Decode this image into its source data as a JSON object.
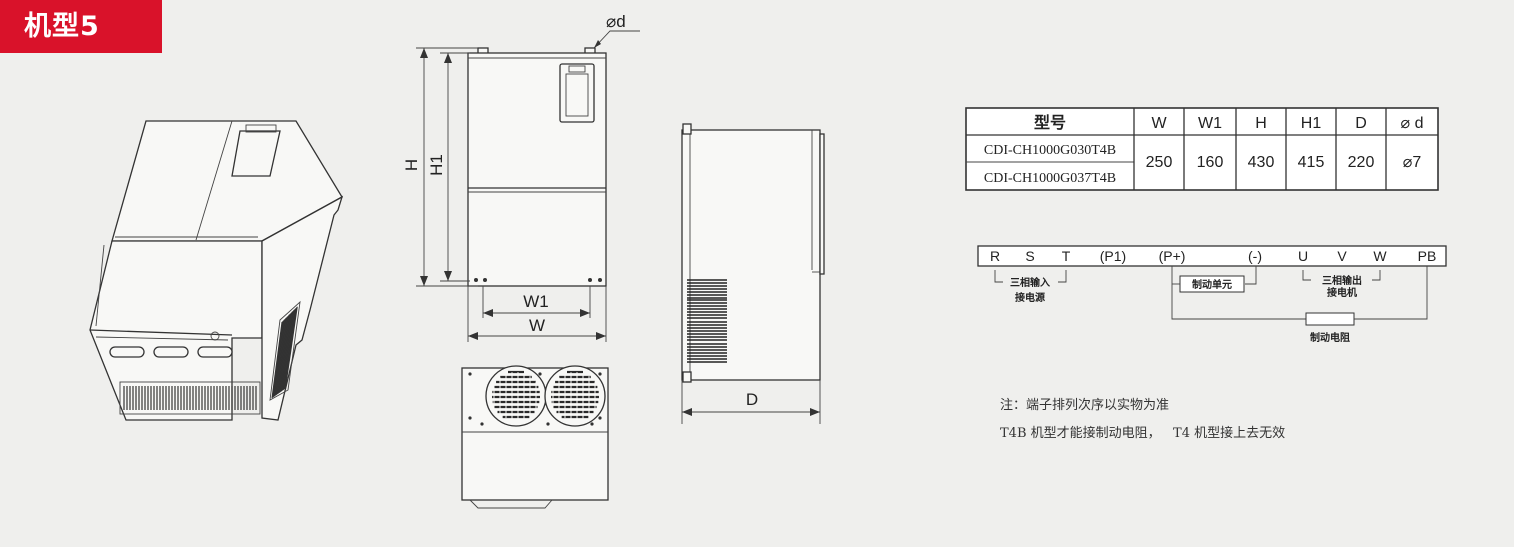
{
  "header": {
    "title": "机型5"
  },
  "dimension_labels": {
    "phi_d": "⌀d",
    "H": "H",
    "H1": "H1",
    "W1": "W1",
    "W": "W",
    "D": "D"
  },
  "spec_table": {
    "headers": [
      "型号",
      "W",
      "W1",
      "H",
      "H1",
      "D",
      "⌀ d"
    ],
    "models": [
      "CDI-CH1000G030T4B",
      "CDI-CH1000G037T4B"
    ],
    "values": [
      "250",
      "160",
      "430",
      "415",
      "220",
      "⌀7"
    ]
  },
  "terminals": {
    "labels": [
      "R",
      "S",
      "T",
      "(P1)",
      "(P+)",
      "(-)",
      "U",
      "V",
      "W",
      "PB"
    ],
    "input_note_line1": "三相输入",
    "input_note_line2": "接电源",
    "output_note_line1": "三相输出",
    "output_note_line2": "接电机",
    "brake_unit": "制动单元",
    "brake_resistor": "制动电阻"
  },
  "notes": {
    "line1": "注：端子排列次序以实物为准",
    "line2": "T4B 机型才能接制动电阻，   T4 机型接上去无效"
  },
  "colors": {
    "badge": "#d9122a",
    "background": "#efefed"
  }
}
